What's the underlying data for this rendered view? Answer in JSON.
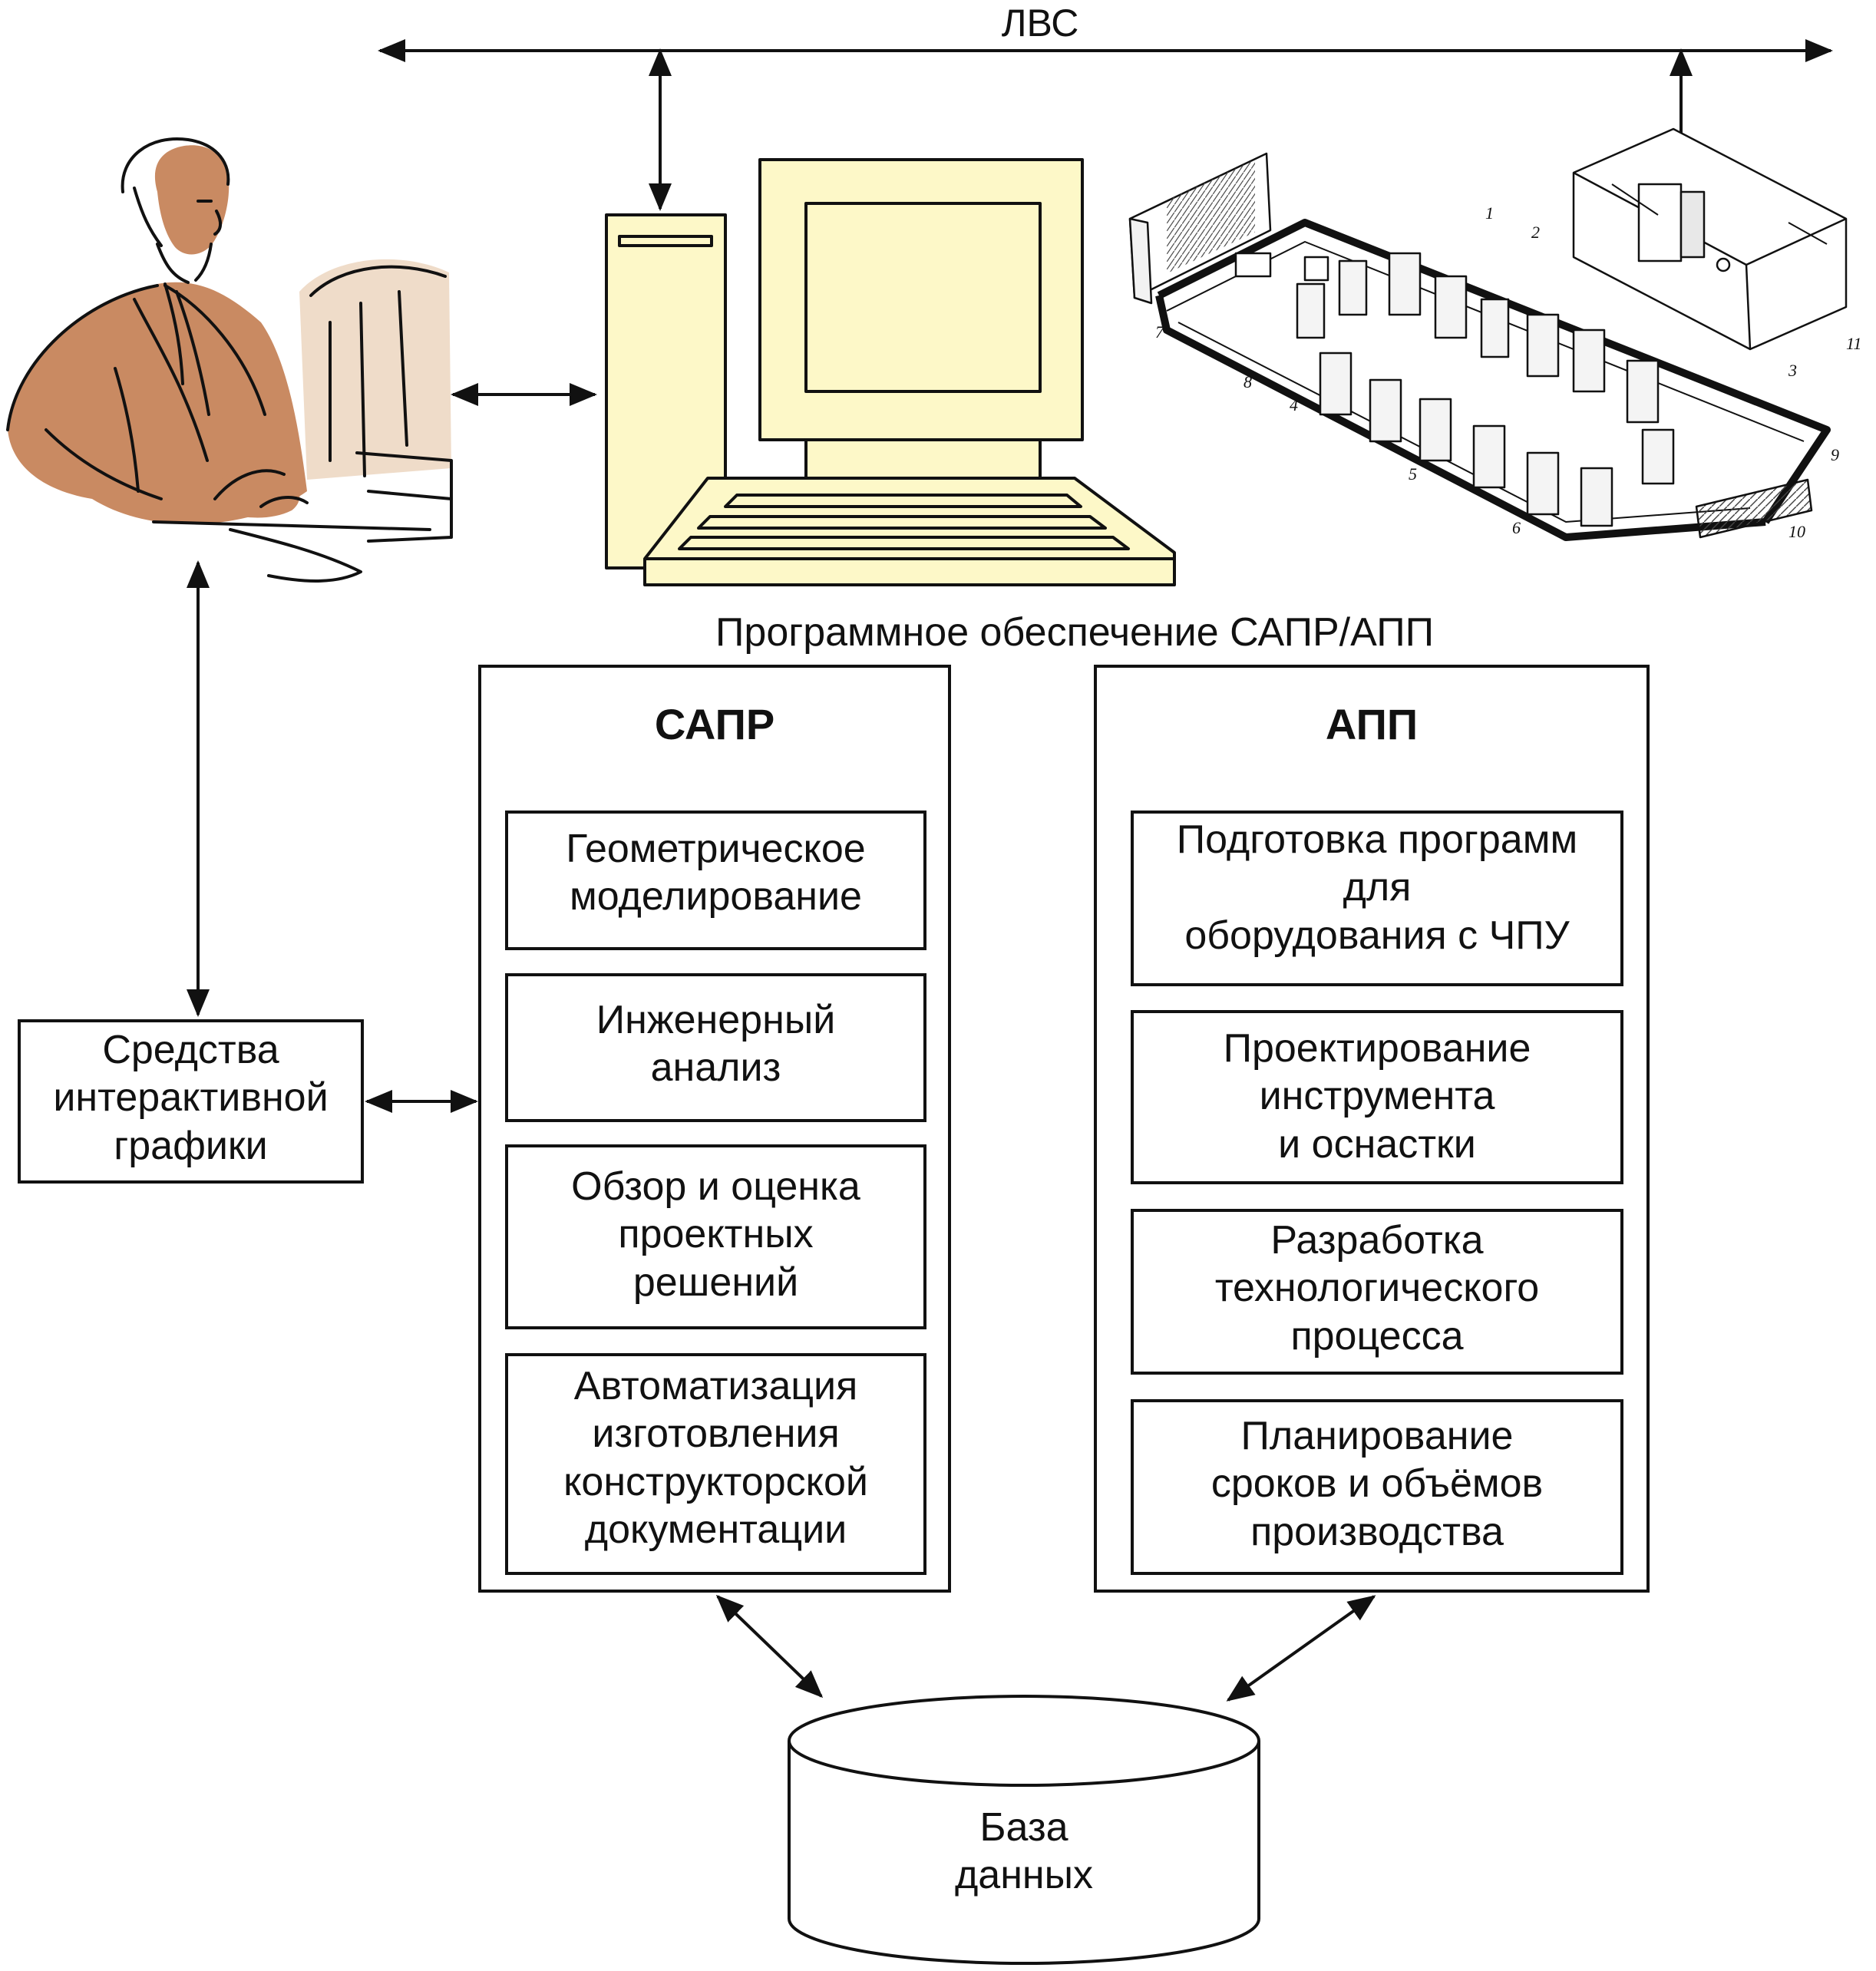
{
  "lan": {
    "label": "ЛВС"
  },
  "software": {
    "caption": "Программное обеспечение САПР/АПП"
  },
  "cad": {
    "title": "САПР",
    "modules": [
      {
        "lines": [
          "Геометрическое",
          "моделирование"
        ]
      },
      {
        "lines": [
          "Инженерный",
          "анализ"
        ]
      },
      {
        "lines": [
          "Обзор и оценка",
          "проектных",
          "решений"
        ]
      },
      {
        "lines": [
          "Автоматизация",
          "изготовления",
          "конструкторской",
          "документации"
        ]
      }
    ]
  },
  "capp": {
    "title": "АПП",
    "modules": [
      {
        "lines": [
          "Подготовка программ",
          "для",
          "оборудования с ЧПУ"
        ]
      },
      {
        "lines": [
          "Проектирование",
          "инструмента",
          "и оснастки"
        ]
      },
      {
        "lines": [
          "Разработка",
          "технологического",
          "процесса"
        ]
      },
      {
        "lines": [
          "Планирование",
          "сроков и объёмов",
          "производства"
        ]
      }
    ]
  },
  "graphics": {
    "lines": [
      "Средства",
      "интерактивной",
      "графики"
    ]
  },
  "database": {
    "lines": [
      "База",
      "данных"
    ]
  },
  "plant": {
    "numbers": [
      "1",
      "2",
      "3",
      "4",
      "5",
      "6",
      "7",
      "8",
      "9",
      "10",
      "11"
    ]
  },
  "colors": {
    "computer_fill": "#fdf8c8",
    "skin": "#c98a62",
    "monitor_shade": "#efdcc9",
    "line": "#111111"
  },
  "icons": {
    "operator": "person-at-workstation-icon",
    "computer": "desktop-computer-icon",
    "plant": "flexible-manufacturing-system-icon",
    "database": "database-cylinder-icon"
  }
}
